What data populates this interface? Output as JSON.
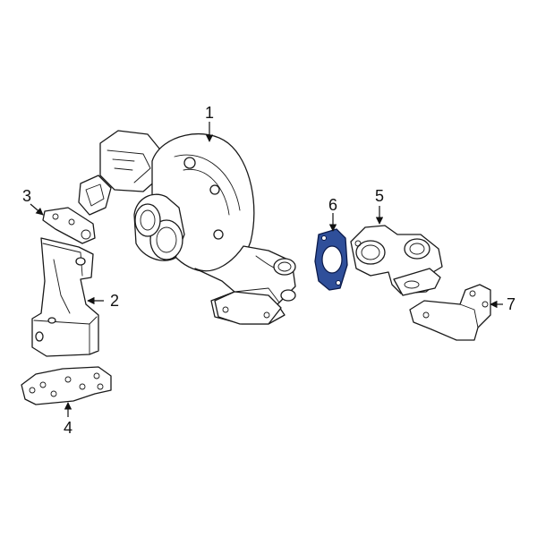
{
  "diagram": {
    "highlight_color": "#2f4f9a",
    "line_color": "#1a1a1a",
    "highlighted_part": "6",
    "callouts": [
      {
        "id": "c1",
        "label": "1"
      },
      {
        "id": "c2",
        "label": "2"
      },
      {
        "id": "c3",
        "label": "3"
      },
      {
        "id": "c4",
        "label": "4"
      },
      {
        "id": "c5",
        "label": "5"
      },
      {
        "id": "c6",
        "label": "6"
      },
      {
        "id": "c7",
        "label": "7"
      }
    ]
  }
}
